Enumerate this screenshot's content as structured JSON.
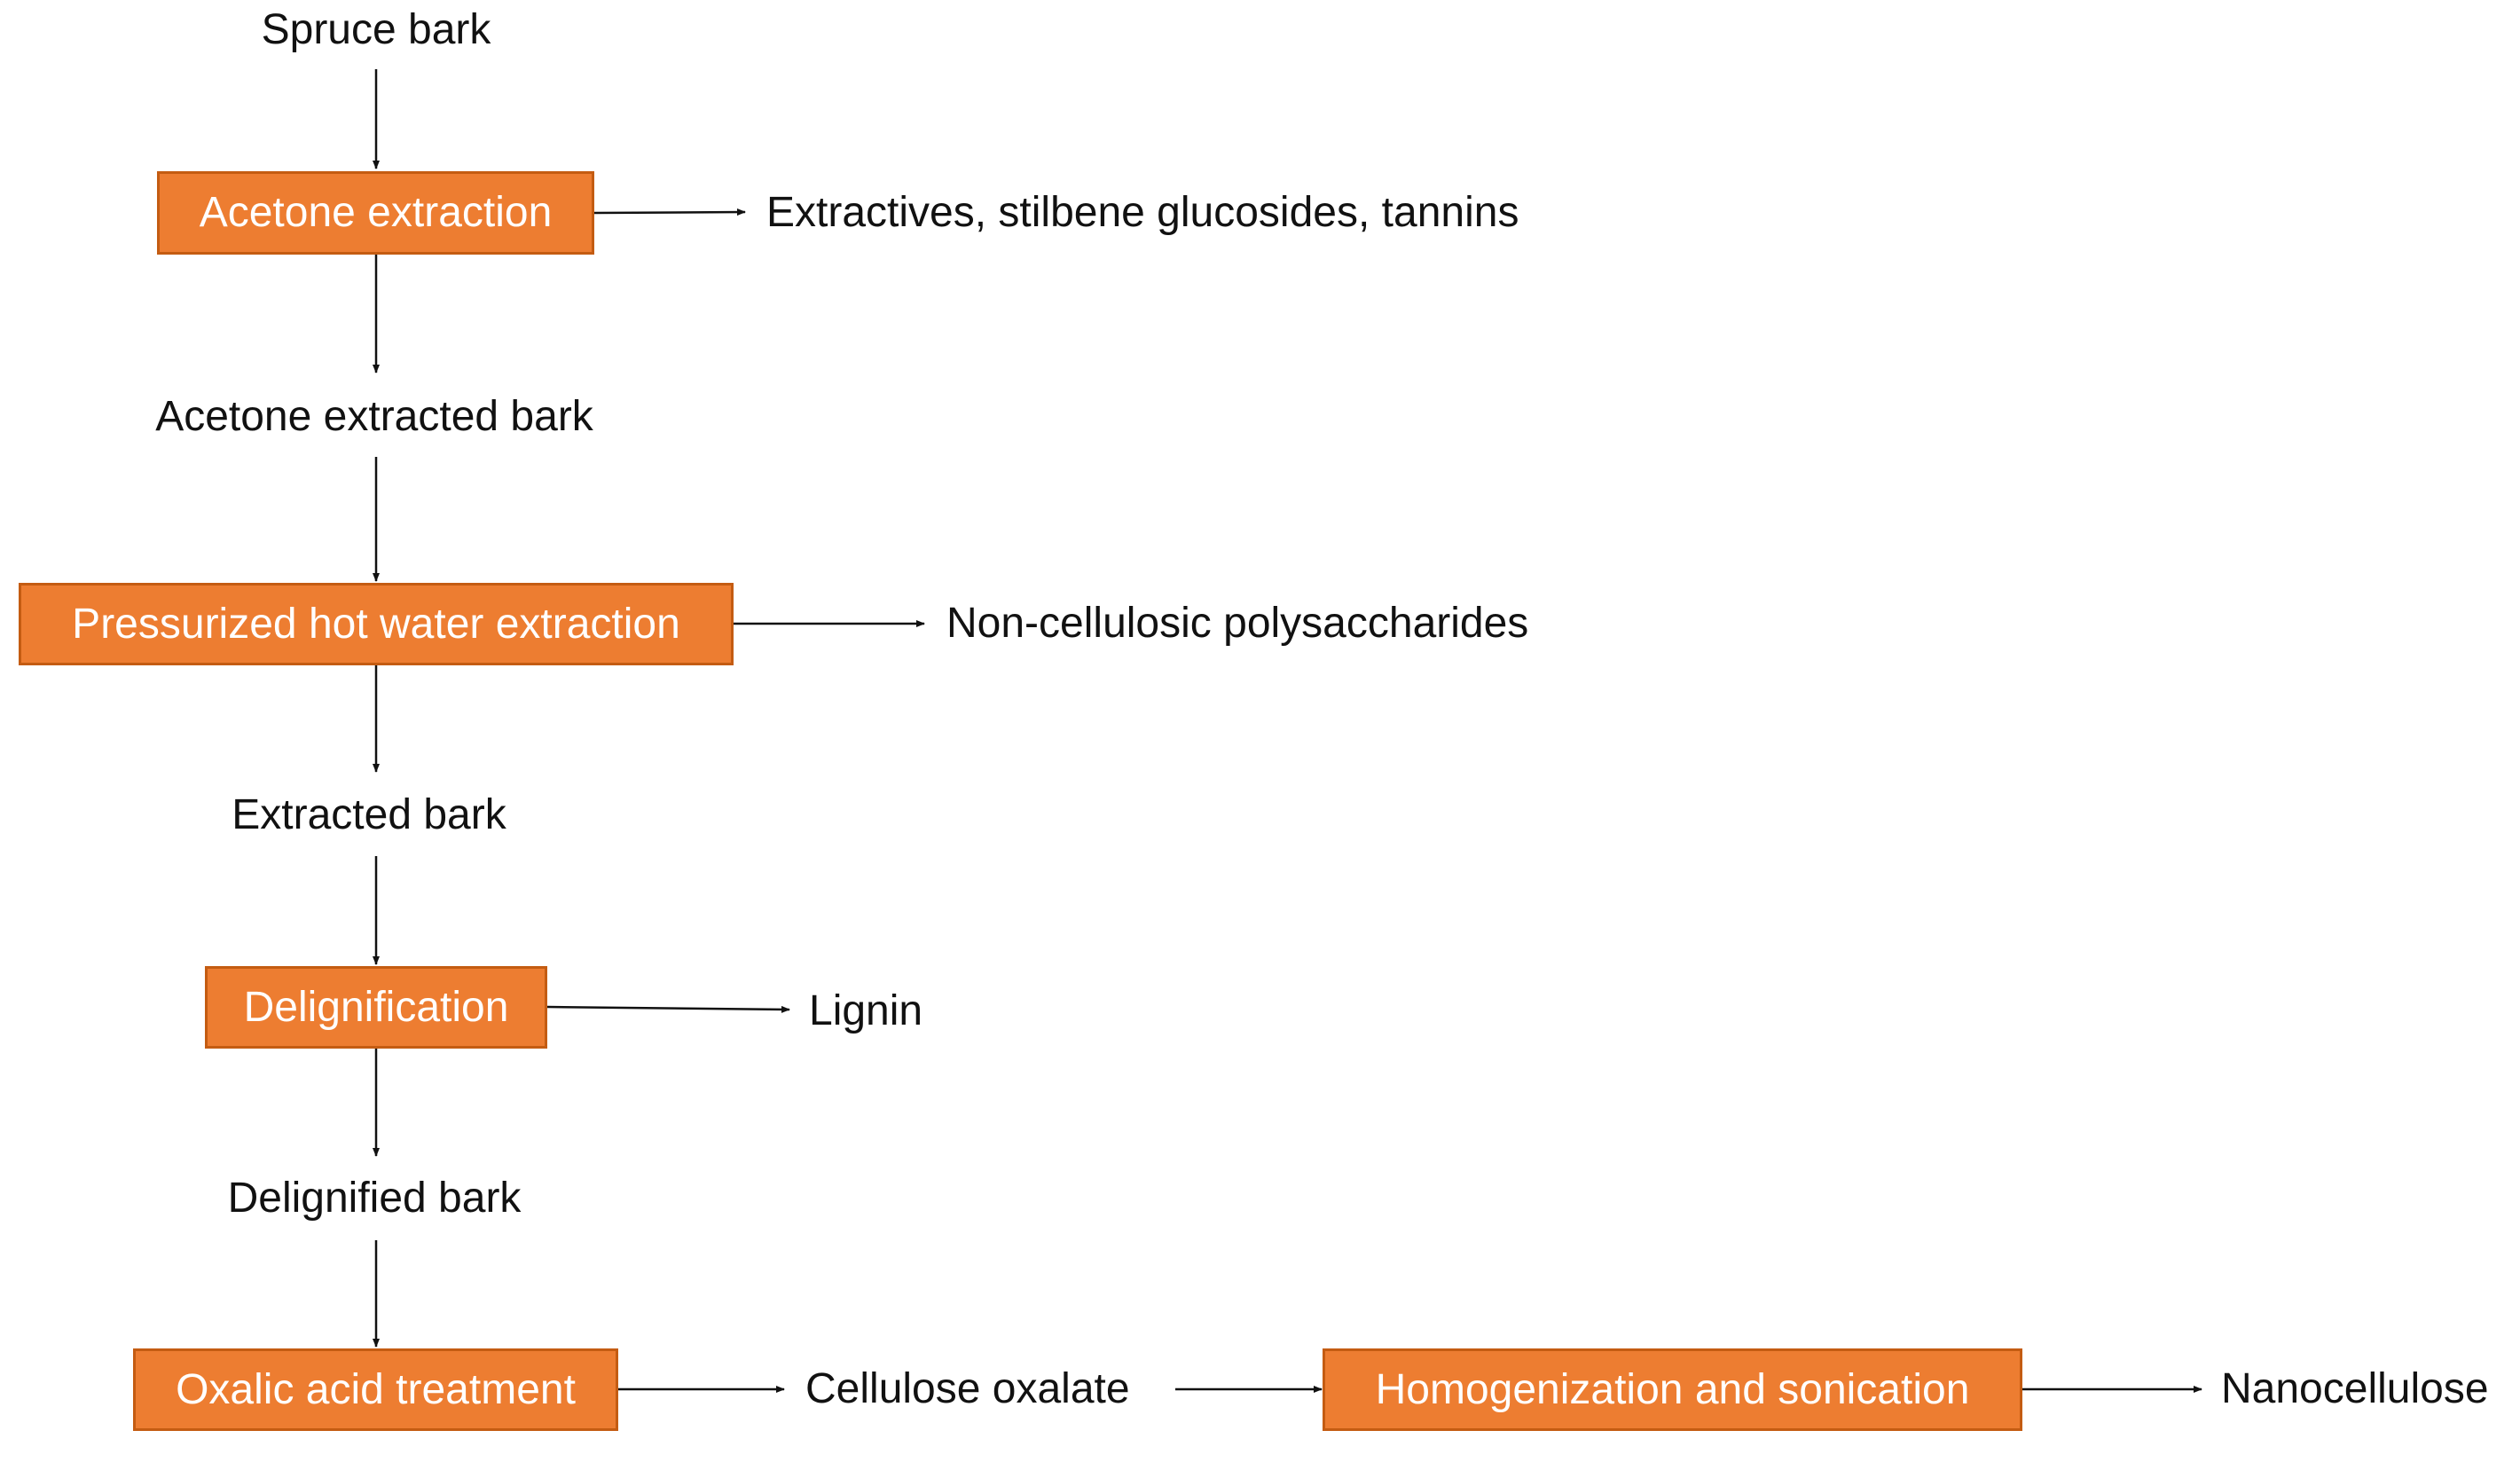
{
  "colors": {
    "step_fill": "#ED7D31",
    "step_border": "#C45C12",
    "arrow": "#111111",
    "text": "#111111",
    "step_text": "#FFFFFF"
  },
  "nodes": {
    "spruce_bark": "Spruce bark",
    "acetone_extracted_bark": "Acetone extracted bark",
    "extracted_bark": "Extracted bark",
    "delignified_bark": "Delignified bark",
    "cellulose_oxalate": "Cellulose oxalate",
    "nanocellulose": "Nanocellulose"
  },
  "steps": {
    "acetone_extraction": "Acetone extraction",
    "pressurized_hot_water_extraction": "Pressurized hot water extraction",
    "delignification": "Delignification",
    "oxalic_acid_treatment": "Oxalic acid treatment",
    "homogenization_and_sonication": "Homogenization and sonication"
  },
  "outputs": {
    "extractives": "Extractives, stilbene glucosides, tannins",
    "non_cellulosic": "Non-cellulosic polysaccharides",
    "lignin": "Lignin"
  }
}
